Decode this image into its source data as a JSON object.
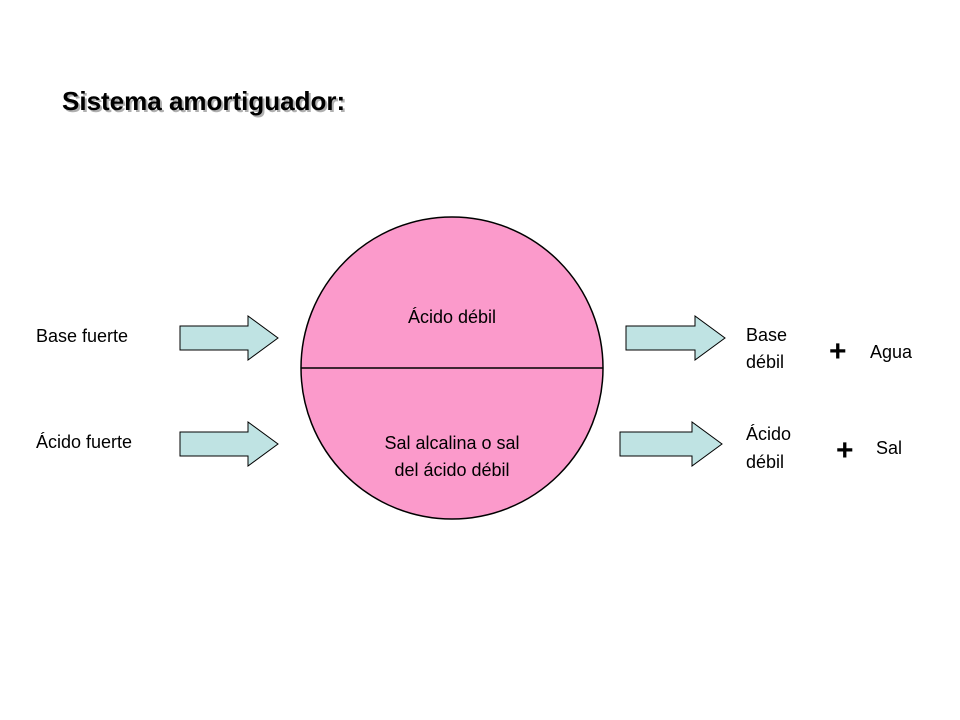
{
  "title": "Sistema amortiguador:",
  "colors": {
    "circle_fill": "#fb9acb",
    "arrow_fill": "#bfe3e3",
    "stroke": "#000000"
  },
  "left_inputs": {
    "top": "Base fuerte",
    "bottom": "Ácido fuerte"
  },
  "circle": {
    "top_label": "Ácido débil",
    "bottom_label_line1": "Sal alcalina o sal",
    "bottom_label_line2": "del ácido débil"
  },
  "right_outputs": {
    "top": {
      "line1": "Base",
      "line2": "débil",
      "operator": "+",
      "product": "Agua"
    },
    "bottom": {
      "line1": "Ácido",
      "line2": "débil",
      "operator": "+",
      "product": "Sal"
    }
  }
}
